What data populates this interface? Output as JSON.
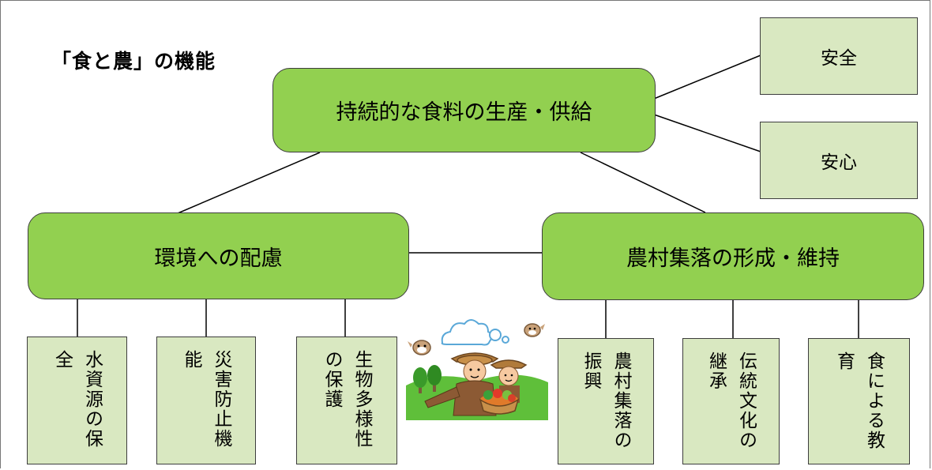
{
  "title": "「食と農」の機能",
  "root": {
    "label": "持続的な食料の生産・供給"
  },
  "right_boxes": [
    {
      "label": "安全"
    },
    {
      "label": "安心"
    }
  ],
  "left_node": {
    "label": "環境への配慮"
  },
  "right_node": {
    "label": "農村集落の形成・維持"
  },
  "left_leaves": [
    {
      "label": "水資源の保全"
    },
    {
      "label": "災害防止機能"
    },
    {
      "label": "生物多様性の保護"
    }
  ],
  "right_leaves": [
    {
      "label": "農村集落の振興"
    },
    {
      "label": "伝統文化の継承"
    },
    {
      "label": "食による教育"
    }
  ],
  "colors": {
    "main_fill": "#92d050",
    "side_fill": "#d9e8c1",
    "stroke": "#3d3d3d"
  }
}
